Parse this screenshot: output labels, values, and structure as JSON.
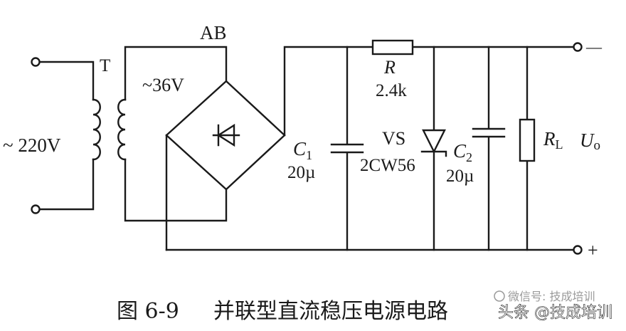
{
  "labels": {
    "input_voltage": "~ 220V",
    "transformer": "T",
    "bridge": "AB",
    "secondary_voltage": "~36V",
    "resistor_name": "R",
    "resistor_value": "2.4k",
    "c1_name": "C",
    "c1_sub": "1",
    "c1_value": "20µ",
    "zener_name": "VS",
    "zener_part": "2CW56",
    "c2_name": "C",
    "c2_sub": "2",
    "c2_value": "20µ",
    "load_name": "R",
    "load_sub": "L",
    "output_name": "U",
    "output_sub": "o",
    "terminal_minus": "—",
    "terminal_plus": "+"
  },
  "caption": {
    "figure_no": "图 6-9",
    "title": "并联型直流稳压电源电路"
  },
  "watermark": {
    "line1": "微信号: 技成培训",
    "line2": "头条 @技成培训"
  },
  "colors": {
    "ink": "#1a1a1a",
    "background": "#ffffff",
    "watermark": "#9a9a9a"
  }
}
